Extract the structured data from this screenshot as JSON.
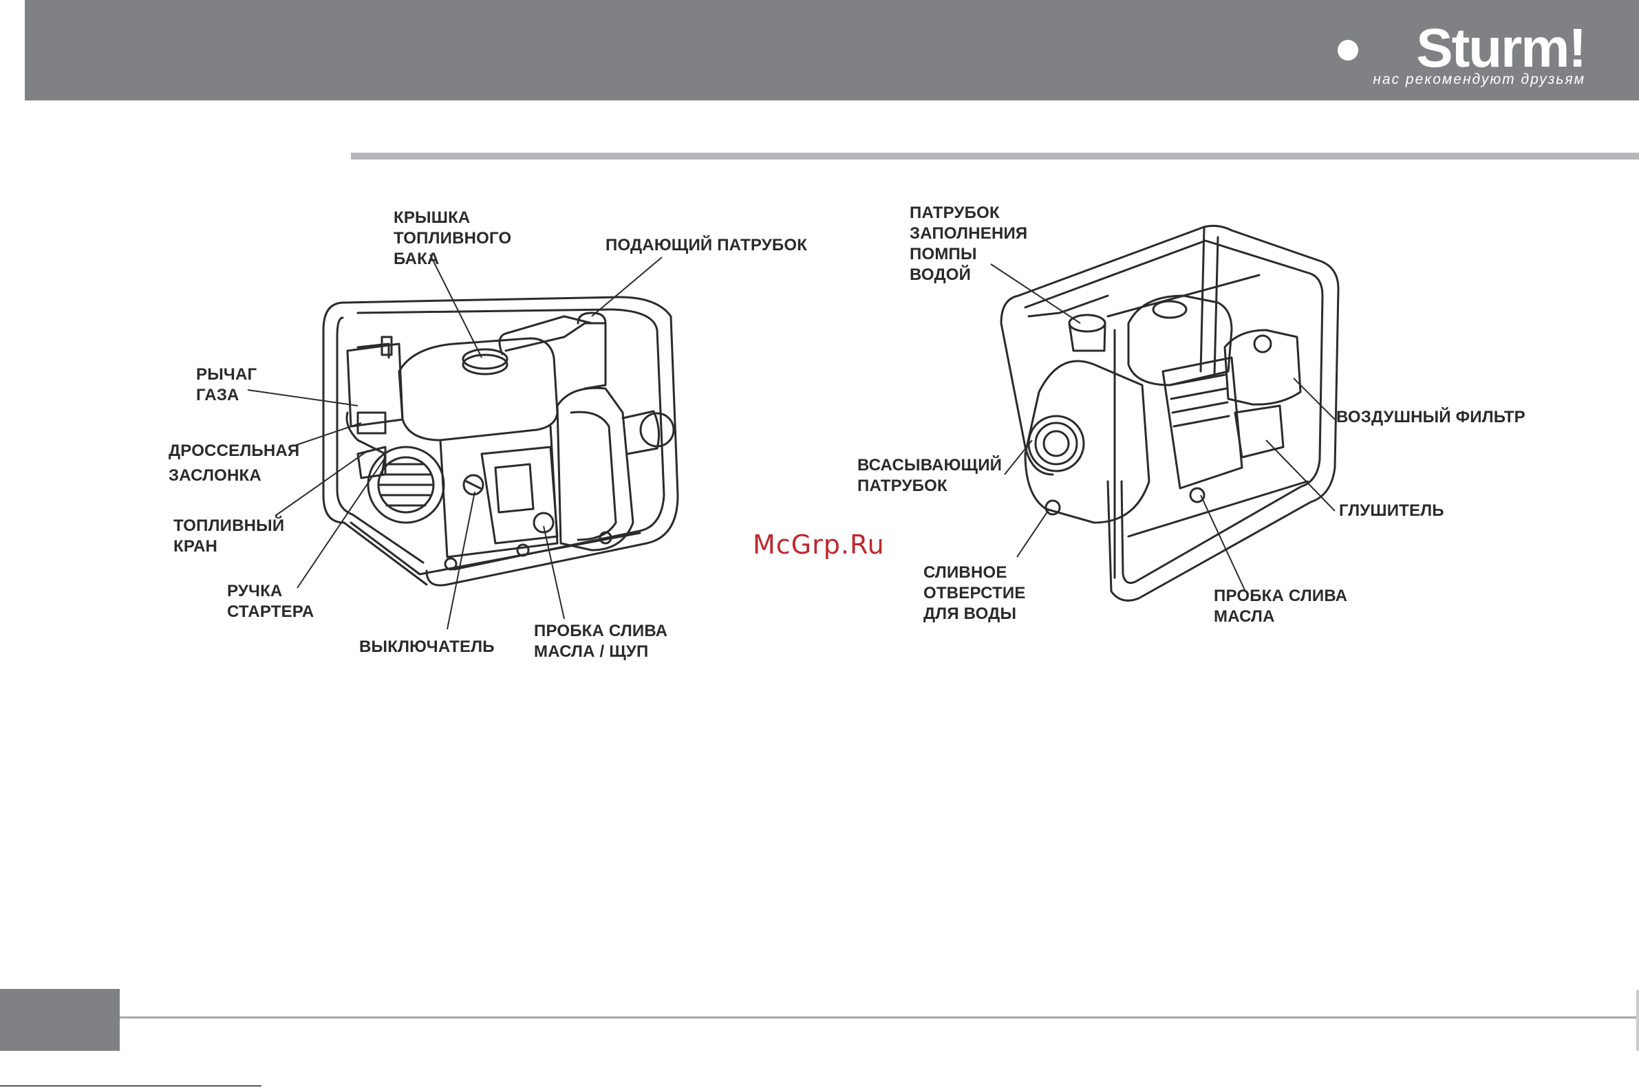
{
  "brand": {
    "name": "Sturm!",
    "tagline": "нас рекомендуют друзьям"
  },
  "watermark": "McGrp.Ru",
  "diagram_left": {
    "labels": {
      "fuel_cap": "КРЫШКА\nТОПЛИВНОГО\nБАКА",
      "outlet": "ПОДАЮЩИЙ ПАТРУБОК",
      "throttle": "РЫЧАГ\nГАЗА",
      "choke": "ДРОССЕЛЬНАЯ\nЗАСЛОНКА",
      "fuel_valve": "ТОПЛИВНЫЙ\nКРАН",
      "starter": "РУЧКА\nСТАРТЕРА",
      "switch": "ВЫКЛЮЧАТЕЛЬ",
      "oil_plug": "ПРОБКА СЛИВА\nМАСЛА / ЩУП"
    }
  },
  "diagram_right": {
    "labels": {
      "prime": "ПАТРУБОК\nЗАПОЛНЕНИЯ\nПОМПЫ\nВОДОЙ",
      "air_filter": "ВОЗДУШНЫЙ ФИЛЬТР",
      "inlet": "ВСАСЫВАЮЩИЙ\nПАТРУБОК",
      "muffler": "ГЛУШИТЕЛЬ",
      "water_drain": "СЛИВНОЕ\nОТВЕРСТИЕ\nДЛЯ ВОДЫ",
      "oil_drain": "ПРОБКА СЛИВА\nМАСЛА"
    }
  }
}
